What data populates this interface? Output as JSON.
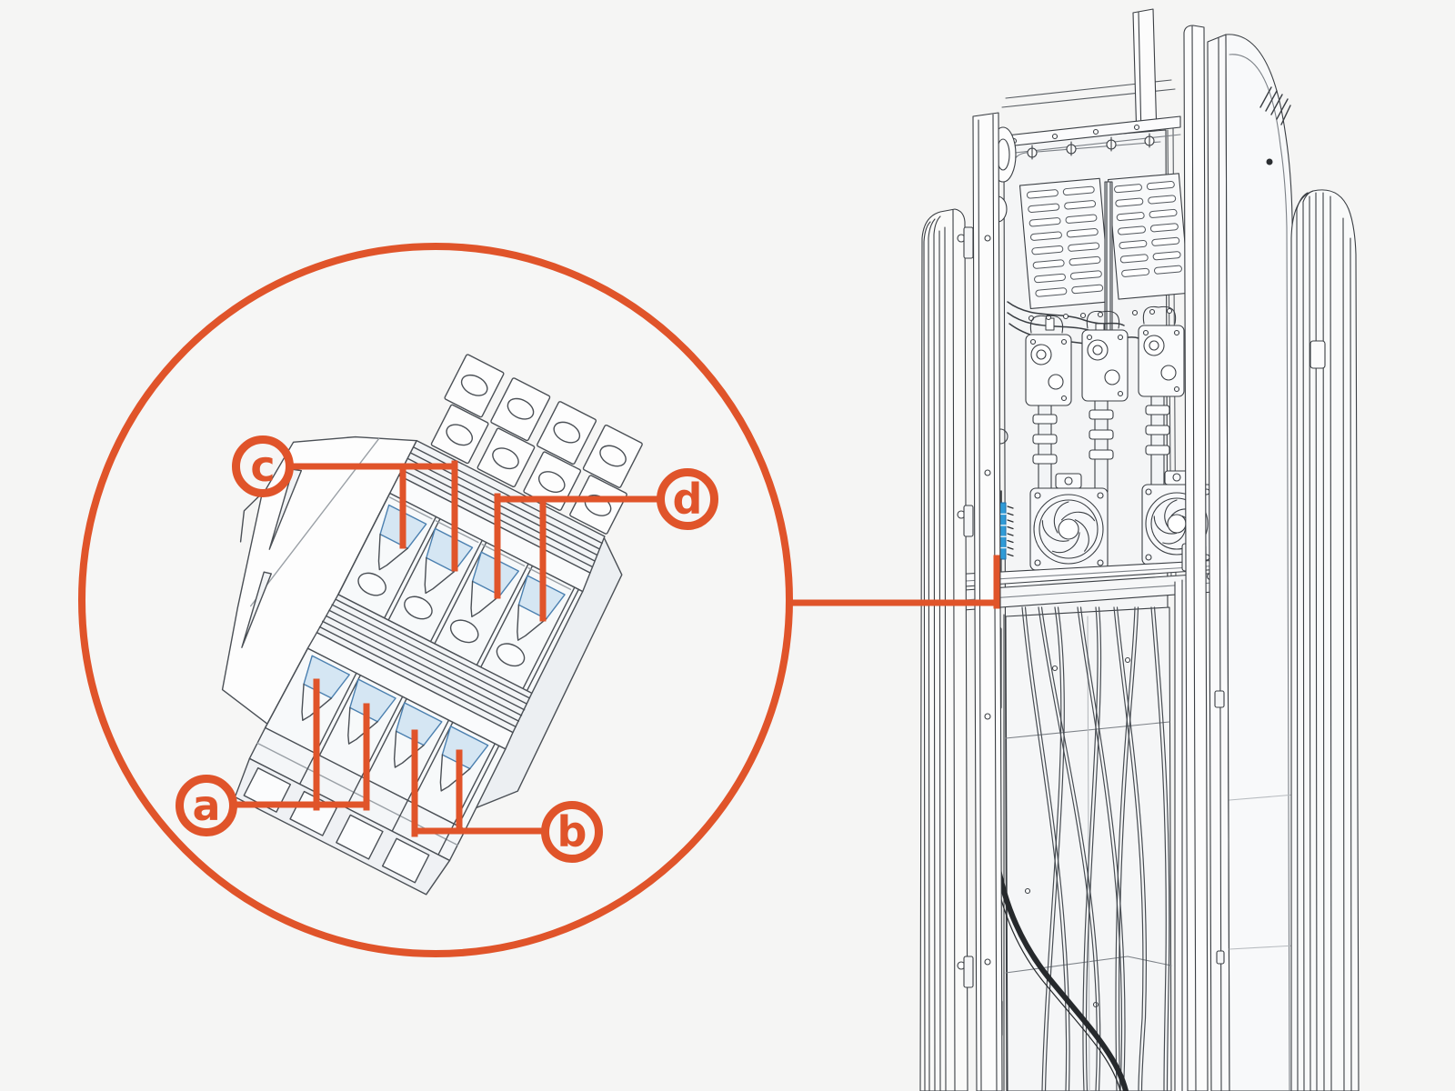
{
  "figure": {
    "background_color": "#F5F5F4",
    "accent_orange": "#E0542A",
    "terminal_highlight_fill": "#D5E6F3",
    "terminal_highlight_stroke": "#4B80B0",
    "cabinet_highlight_blue": "#2F9BD7",
    "line_color": "#3A3E43"
  },
  "callouts": [
    {
      "id": "a",
      "label": "a"
    },
    {
      "id": "b",
      "label": "b"
    },
    {
      "id": "c",
      "label": "c"
    },
    {
      "id": "d",
      "label": "d"
    }
  ]
}
